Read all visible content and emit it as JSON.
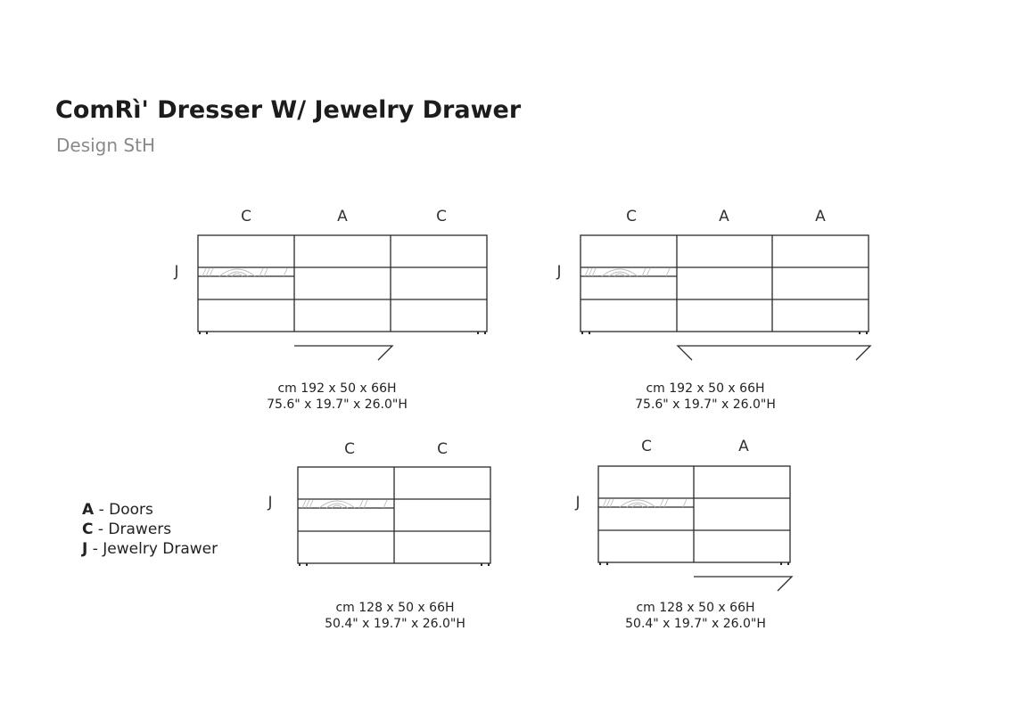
{
  "header": {
    "title": "ComRì' Dresser W/ Jewelry Drawer",
    "subtitle": "Design StH"
  },
  "legend": [
    {
      "code": "A",
      "text": " - Doors"
    },
    {
      "code": "C",
      "text": " - Drawers"
    },
    {
      "code": "J",
      "text": " - Jewelry Drawer"
    }
  ],
  "configurations": [
    {
      "columns": [
        "C",
        "A",
        "C"
      ],
      "jewelry_label": "J",
      "dim_cm": "cm 192 x 50 x 66H",
      "dim_in": "75.6\" x 19.7\" x 26.0\"H"
    },
    {
      "columns": [
        "C",
        "A",
        "A"
      ],
      "jewelry_label": "J",
      "dim_cm": "cm 192 x 50 x 66H",
      "dim_in": "75.6\" x 19.7\" x 26.0\"H"
    },
    {
      "columns": [
        "C",
        "C"
      ],
      "jewelry_label": "J",
      "dim_cm": "cm 128 x 50 x 66H",
      "dim_in": "50.4\" x 19.7\" x 26.0\"H"
    },
    {
      "columns": [
        "C",
        "A"
      ],
      "jewelry_label": "J",
      "dim_cm": "cm 128 x 50 x 66H",
      "dim_in": "50.4\" x 19.7\" x 26.0\"H"
    }
  ]
}
